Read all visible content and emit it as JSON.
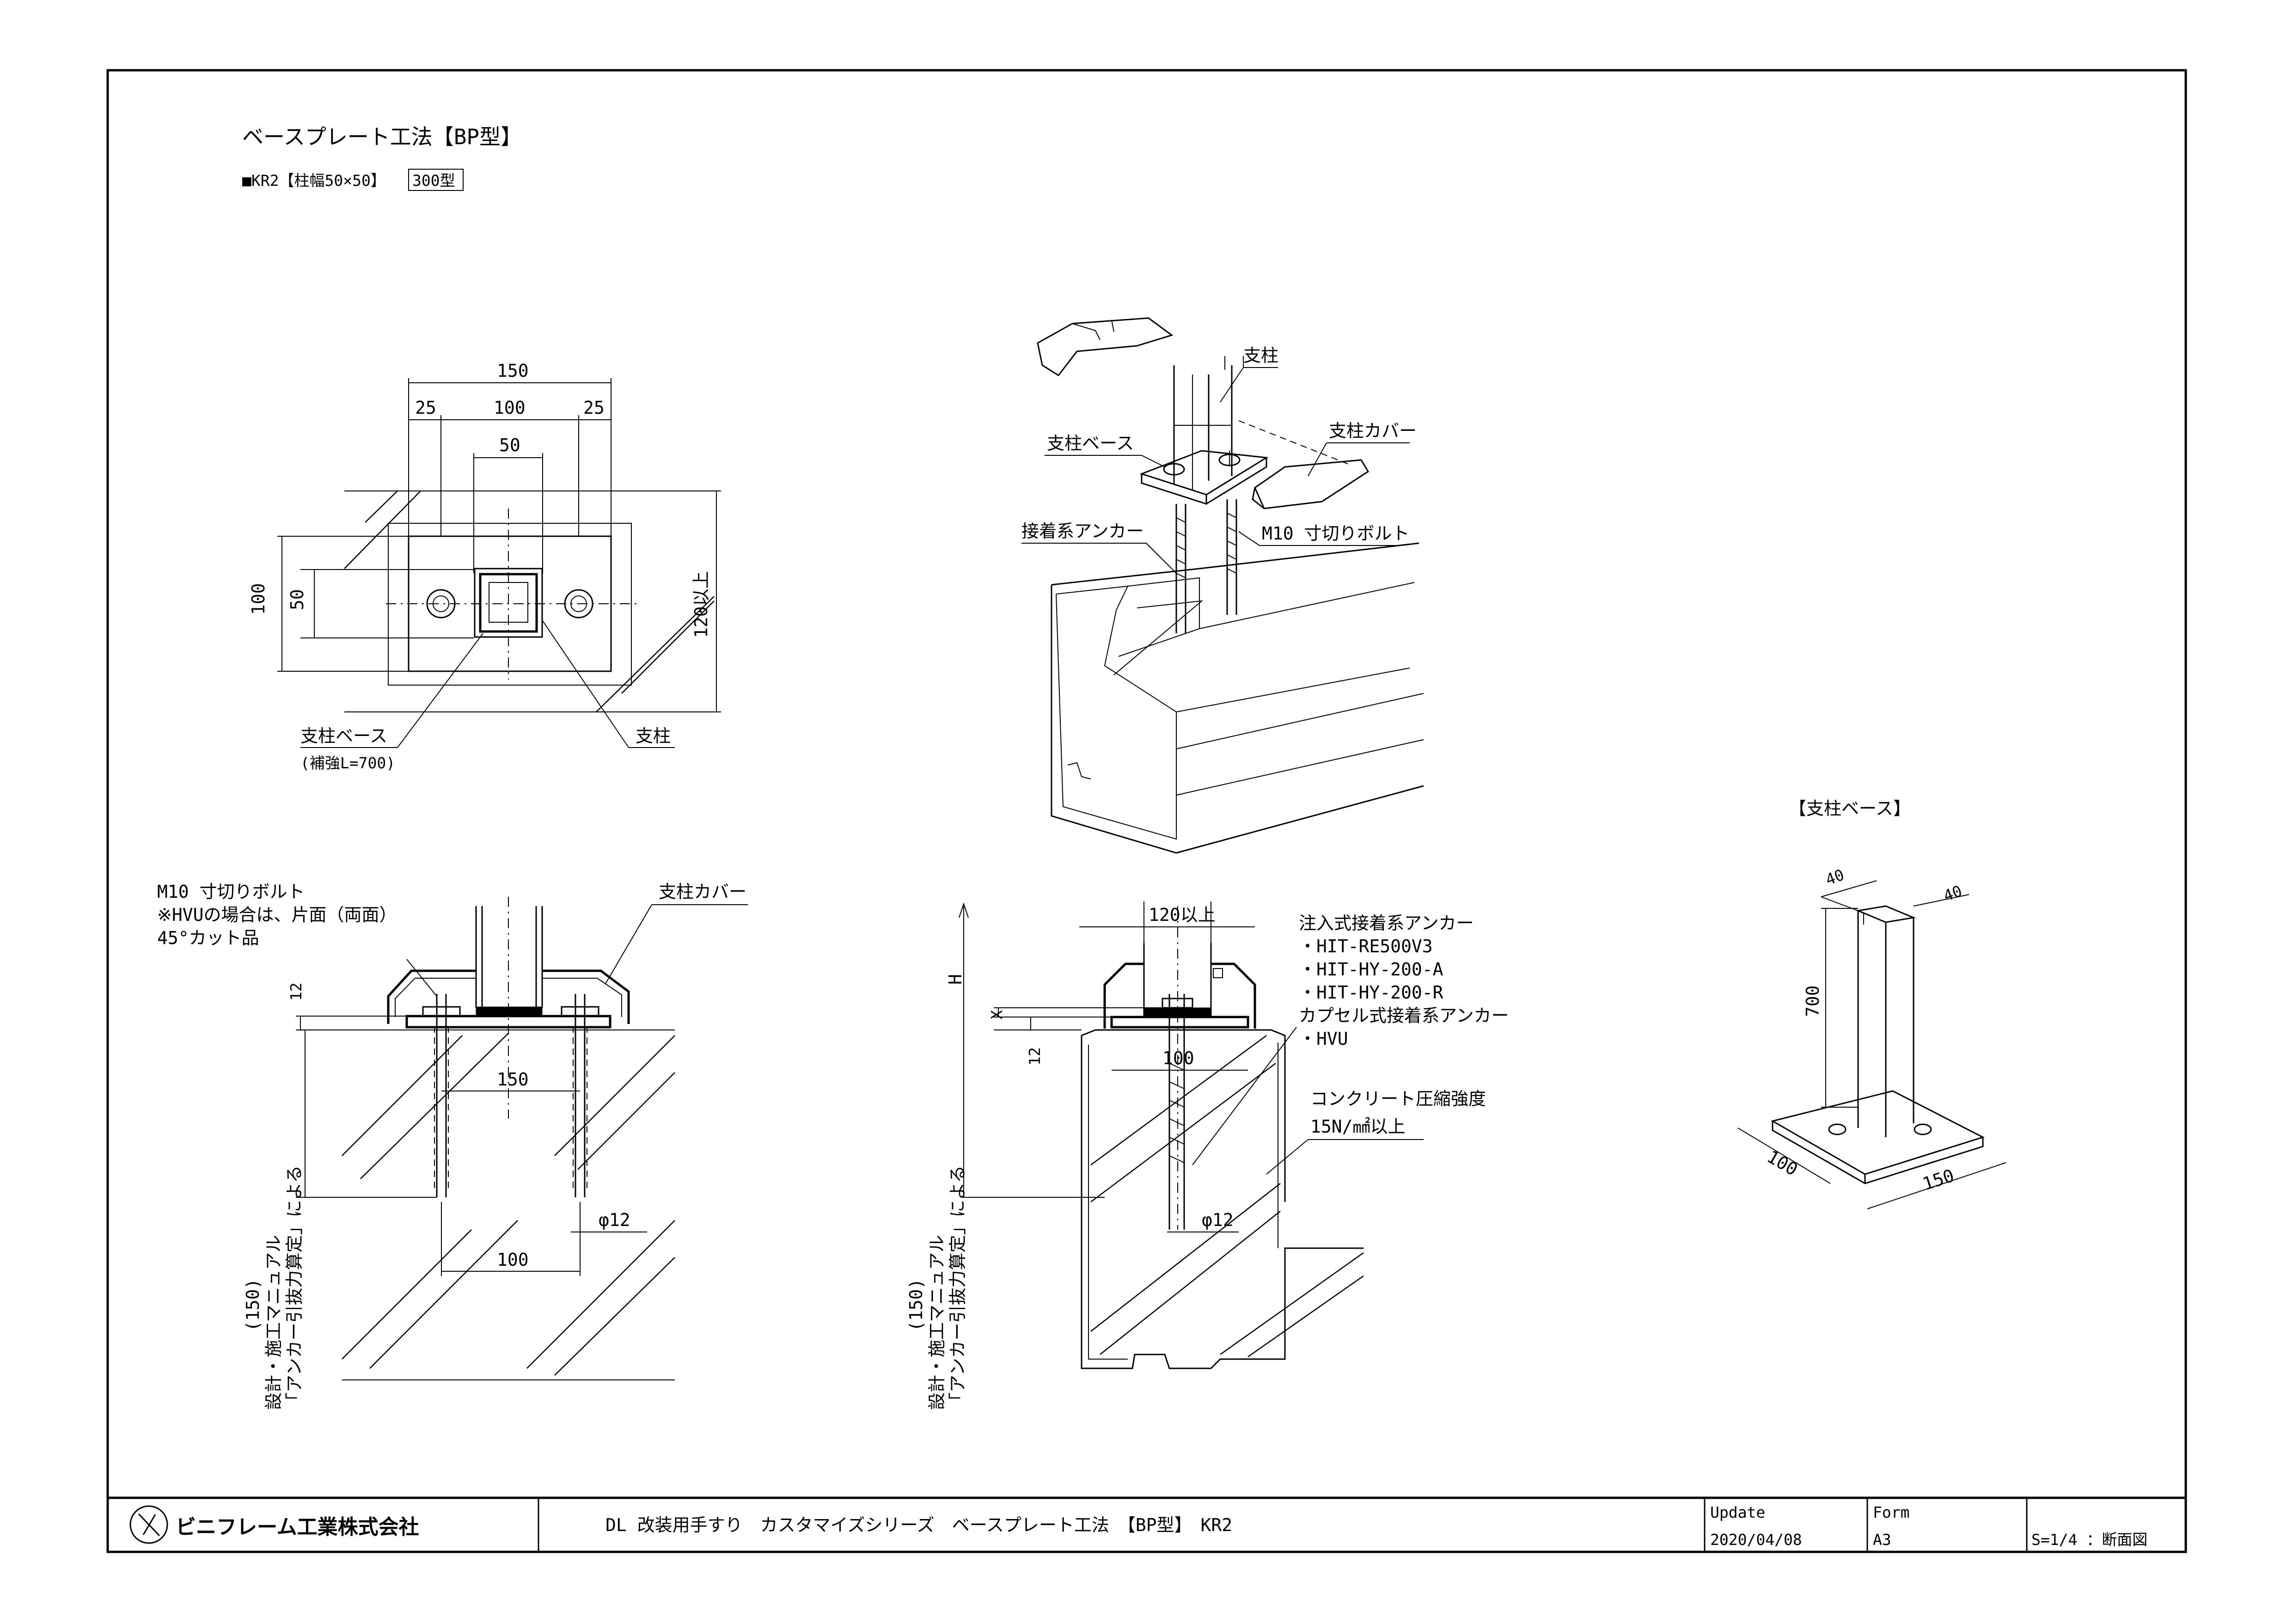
{
  "header": {
    "title": "ベースプレート工法【BP型】",
    "subtitle_main": "■KR2【柱幅50×50】",
    "subtitle_box": "300型"
  },
  "plan_view": {
    "dim_150": "150",
    "dim_25_left": "25",
    "dim_100": "100",
    "dim_25_right": "25",
    "dim_50": "50",
    "dim_100_v": "100",
    "dim_50_v": "50",
    "dim_120": "120以上",
    "label_base": "支柱ベース",
    "label_base_note": "(補強L=700)",
    "label_post": "支柱"
  },
  "iso_view": {
    "label_post": "支柱",
    "label_base": "支柱ベース",
    "label_cover": "支柱カバー",
    "label_anchor": "接着系アンカー",
    "label_bolt": "M10 寸切りボルト"
  },
  "section_left": {
    "note_line1": "M10  寸切りボルト",
    "note_line2": "※HVUの場合は、片面（両面）",
    "note_line3": "45°カット品",
    "label_cover": "支柱カバー",
    "dim_12": "12",
    "dim_150": "150",
    "dim_phi12": "φ12",
    "dim_100": "100",
    "vert_note1": "(150)",
    "vert_note2": "設計・施工マニュアル",
    "vert_note3": "「アンカー引抜力算定」による"
  },
  "section_right": {
    "dim_120": "120以上",
    "dim_H": "H",
    "dim_X": "X",
    "dim_12": "12",
    "dim_100": "100",
    "dim_phi12": "φ12",
    "anchor_title1": "注入式接着系アンカー",
    "anchor_item1": "・HIT-RE500V3",
    "anchor_item2": "・HIT-HY-200-A",
    "anchor_item3": "・HIT-HY-200-R",
    "anchor_title2": "カプセル式接着系アンカー",
    "anchor_item4": "・HVU",
    "concrete_line1": "コンクリート圧縮強度",
    "concrete_line2": "15N/㎟以上",
    "vert_note1": "(150)",
    "vert_note2": "設計・施工マニュアル",
    "vert_note3": "「アンカー引抜力算定」による"
  },
  "detail_view": {
    "title": "【支柱ベース】",
    "dim_40a": "40",
    "dim_40b": "40",
    "dim_700": "700",
    "dim_100": "100",
    "dim_150": "150"
  },
  "title_block": {
    "company": "ビニフレーム工業株式会社",
    "drawing_title": "DL 改装用手すり　カスタマイズシリーズ　ベースプレート工法　【BP型】　KR2",
    "update_label": "Update",
    "update_value": "2020/04/08",
    "form_label": "Form",
    "form_value": "A3",
    "scale_value": "S=1/4 ：断面図"
  }
}
